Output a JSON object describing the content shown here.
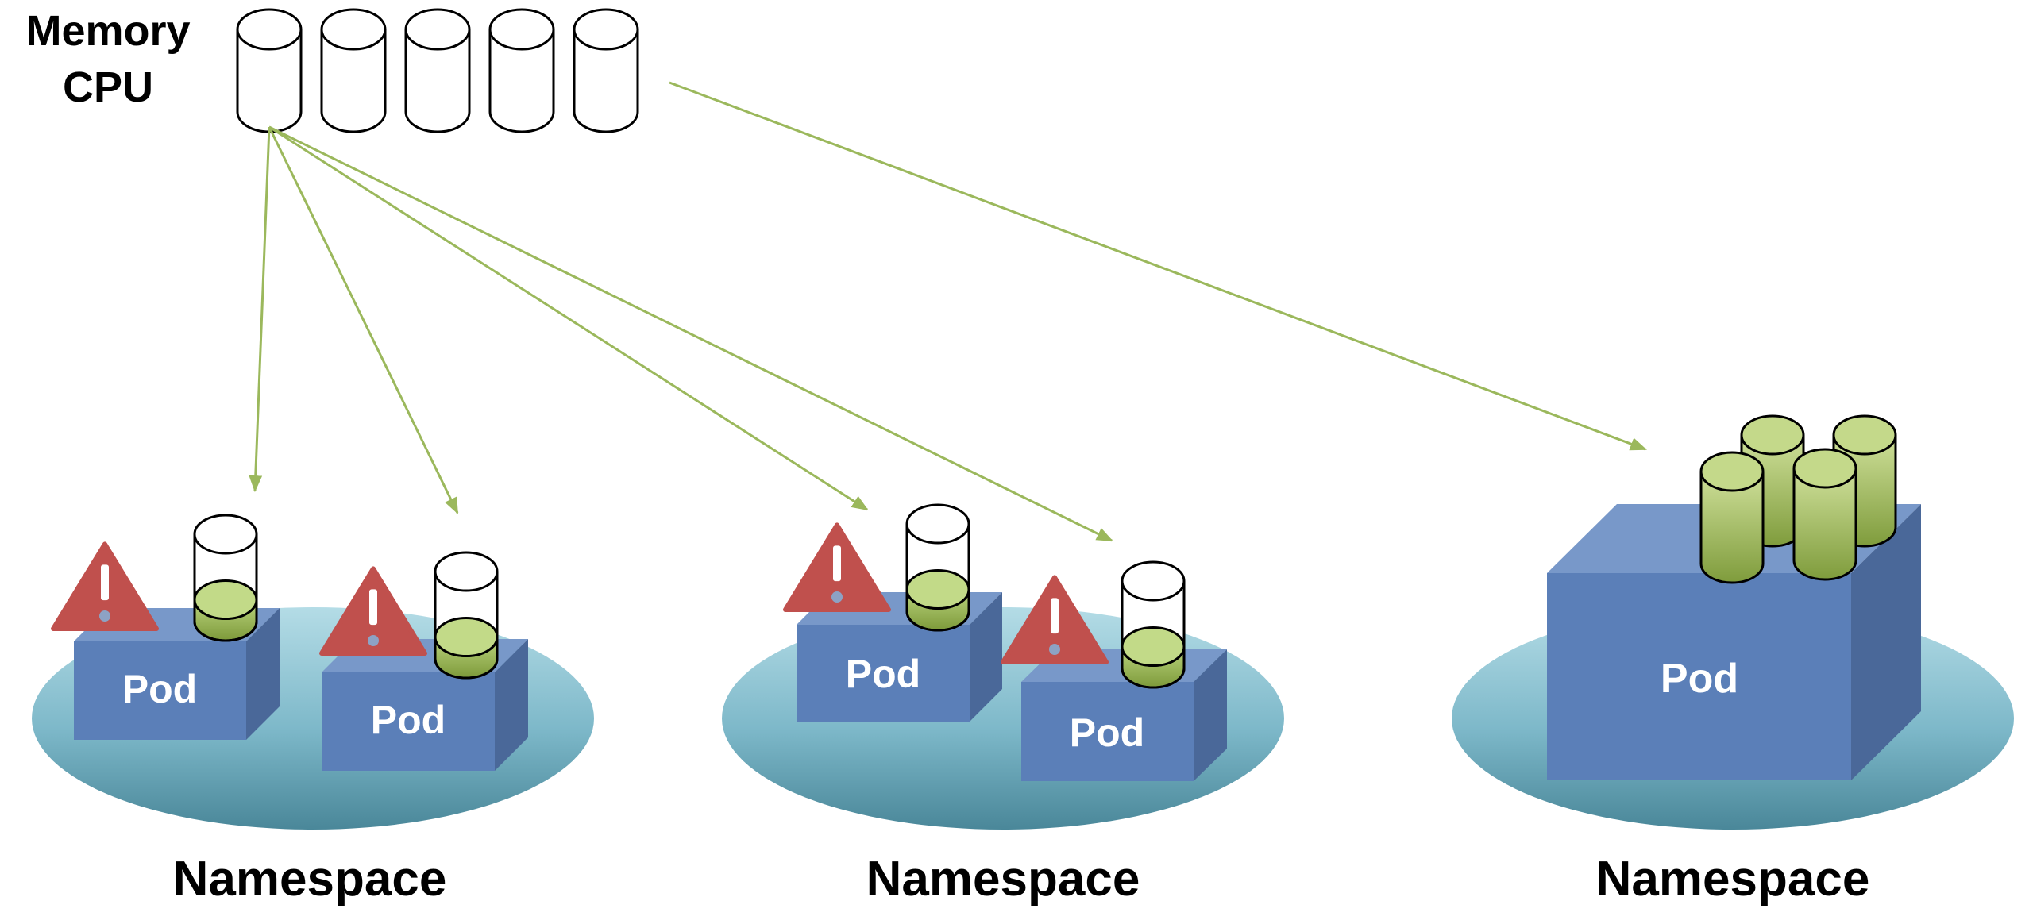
{
  "resources": {
    "line1": "Memory",
    "line2": "CPU",
    "cylinder_count": 5
  },
  "namespaces": [
    {
      "label": "Namespace",
      "pods": [
        {
          "label": "Pod",
          "warning": true,
          "fill": 0.25
        },
        {
          "label": "Pod",
          "warning": true,
          "fill": 0.25
        }
      ]
    },
    {
      "label": "Namespace",
      "pods": [
        {
          "label": "Pod",
          "warning": true,
          "fill": 0.25
        },
        {
          "label": "Pod",
          "warning": true,
          "fill": 0.25
        }
      ]
    },
    {
      "label": "Namespace",
      "pods": [
        {
          "label": "Pod",
          "warning": false,
          "resource_count": 4
        }
      ]
    }
  ],
  "colors": {
    "arrow": "#9bb85c",
    "pod_front": "#5b7fb8",
    "pod_top": "#7898c9",
    "pod_side": "#4a6899",
    "ellipse_light": "#a9d4df",
    "ellipse_dark": "#4e8ea1",
    "warning": "#c0504d",
    "cylinder_green_light": "#c9db93",
    "cylinder_green_dark": "#7f9c3c"
  }
}
